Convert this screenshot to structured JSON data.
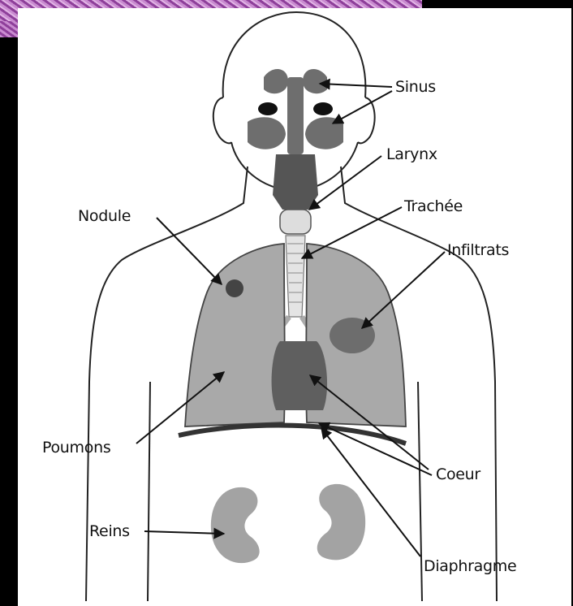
{
  "labels": {
    "sinus": "Sinus",
    "larynx": "Larynx",
    "trachee": "Trachée",
    "nodule": "Nodule",
    "infiltrats": "Infiltrats",
    "poumons": "Poumons",
    "coeur": "Coeur",
    "reins": "Reins",
    "diaphragme": "Diaphragme"
  }
}
